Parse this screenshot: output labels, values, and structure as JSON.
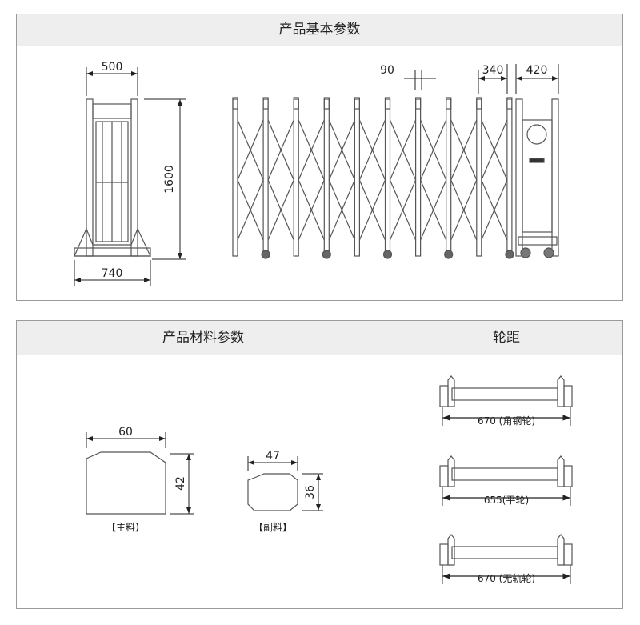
{
  "sections": {
    "basic_params": {
      "title": "产品基本参数"
    },
    "material_params": {
      "title": "产品材料参数"
    },
    "wheelbase": {
      "title": "轮距"
    }
  },
  "dimensions": {
    "side_width_top": "500",
    "height": "1600",
    "base_width": "740",
    "post_gap": "90",
    "gap_340": "340",
    "cabinet_width": "420"
  },
  "materials": {
    "main": {
      "width": "60",
      "height": "42",
      "label": "【主料】"
    },
    "secondary": {
      "width": "47",
      "height": "36",
      "label": "【副料】"
    }
  },
  "wheels": [
    {
      "label": "670 (角钢轮)"
    },
    {
      "label": "655(平轮)"
    },
    {
      "label": "670 (无轨轮)"
    }
  ],
  "colors": {
    "header_bg": "#eeeeee",
    "border": "#9a9a9a",
    "line": "#555555"
  }
}
